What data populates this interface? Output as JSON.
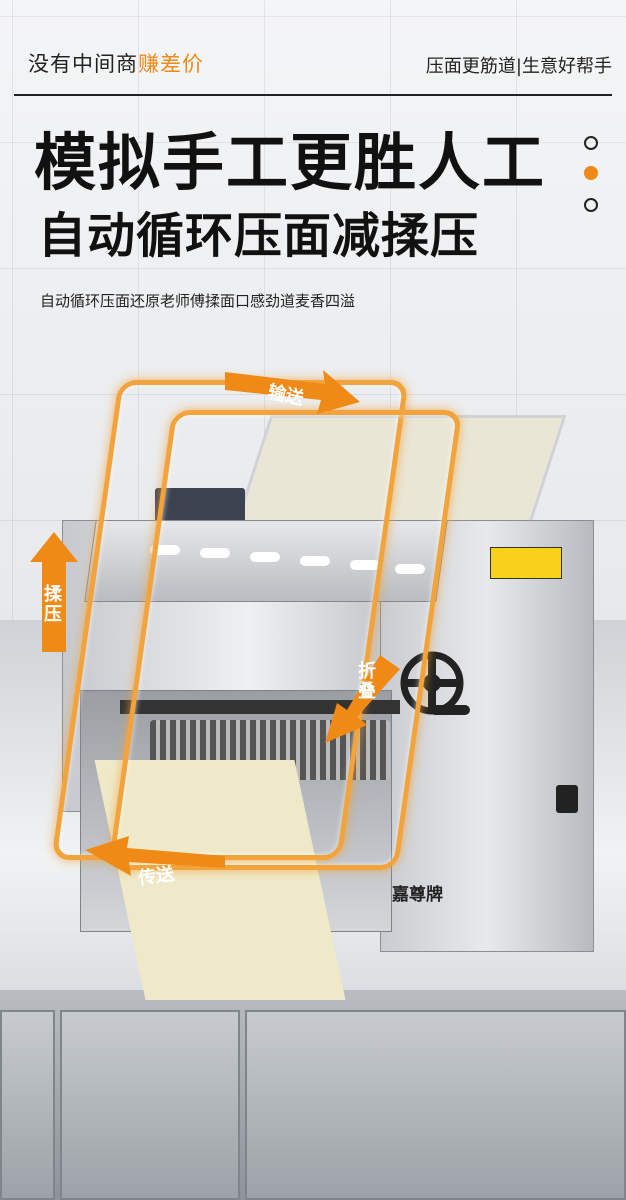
{
  "header": {
    "tagline_prefix": "没有中间商",
    "tagline_highlight": "赚差价",
    "right_tagline": "压面更筋道|生意好帮手"
  },
  "headline": {
    "line1": "模拟手工更胜人工",
    "line2": "自动循环压面减揉压"
  },
  "subtitle": "自动循环压面还原老师傅揉面口感劲道麦香四溢",
  "flow_labels": {
    "convey": "输送",
    "knead": "揉压",
    "fold": "折叠",
    "transfer": "传送"
  },
  "product": {
    "brand_plate": "嘉尊牌"
  },
  "colors": {
    "accent_orange": "#f08a16",
    "frame_orange": "#f3a33c",
    "text_dark": "#111111"
  }
}
